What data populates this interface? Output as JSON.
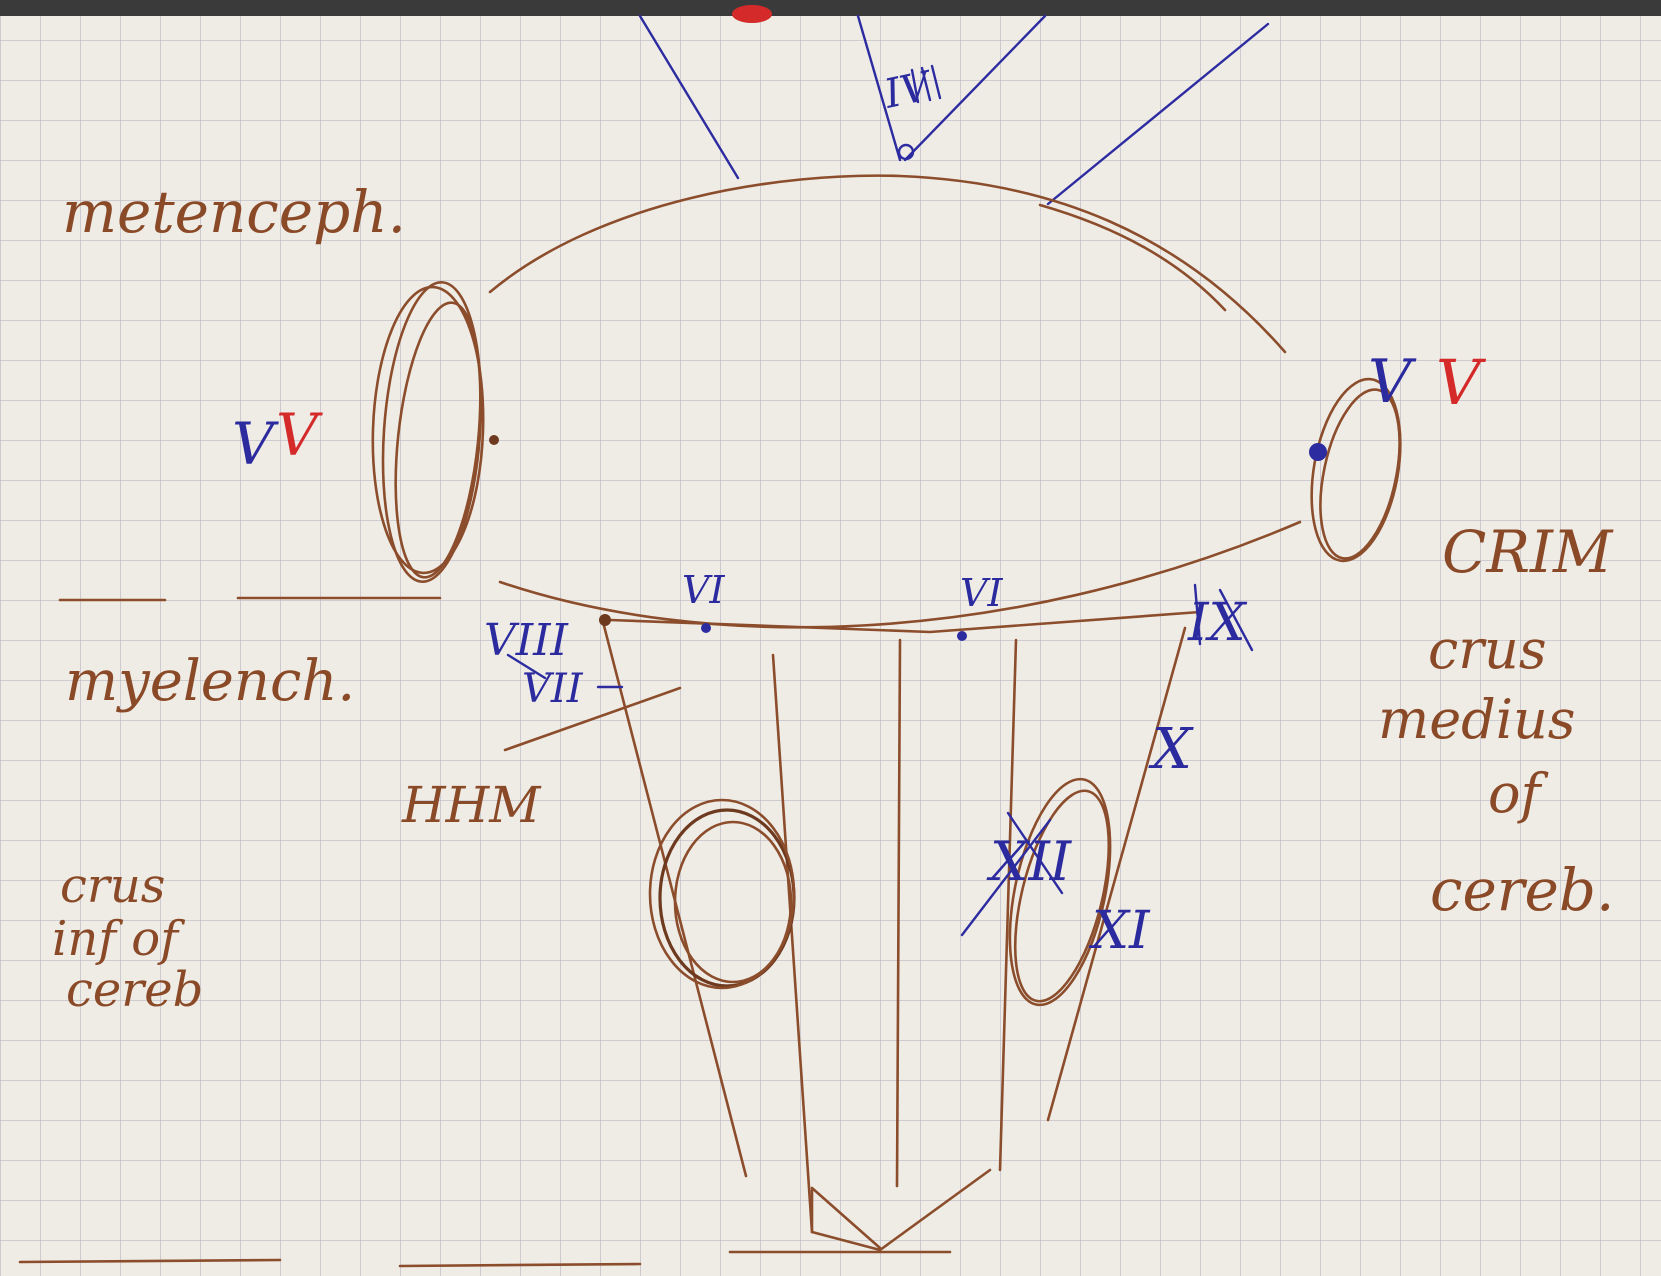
{
  "labels": {
    "metenceph": "metenceph.",
    "myelench": "myelench.",
    "hhm": "HHM",
    "crus_inf_1": "crus",
    "crus_inf_2": "inf of",
    "crus_inf_3": "cereb",
    "crim": "CRIM",
    "crus_med_1": "crus",
    "crus_med_2": "medius",
    "crus_med_3": "of",
    "crus_med_4": "cereb.",
    "vv_left_blue": "V",
    "vv_left_red": "V",
    "vv_right_blue": "V",
    "vv_right_red": "V",
    "nerve_iv": "IV",
    "nerve_vi_left": "VI",
    "nerve_vi_right": "VI",
    "nerve_viii": "VIII",
    "nerve_vii": "VII",
    "nerve_ix": "IX",
    "nerve_x": "X",
    "nerve_xii": "XII",
    "nerve_xi": "XI"
  },
  "colors": {
    "paper": "#efece6",
    "grid": "#b9b8c4",
    "brown": "#8b4d2b",
    "blue": "#2d2ba0",
    "red": "#d42a2a"
  }
}
